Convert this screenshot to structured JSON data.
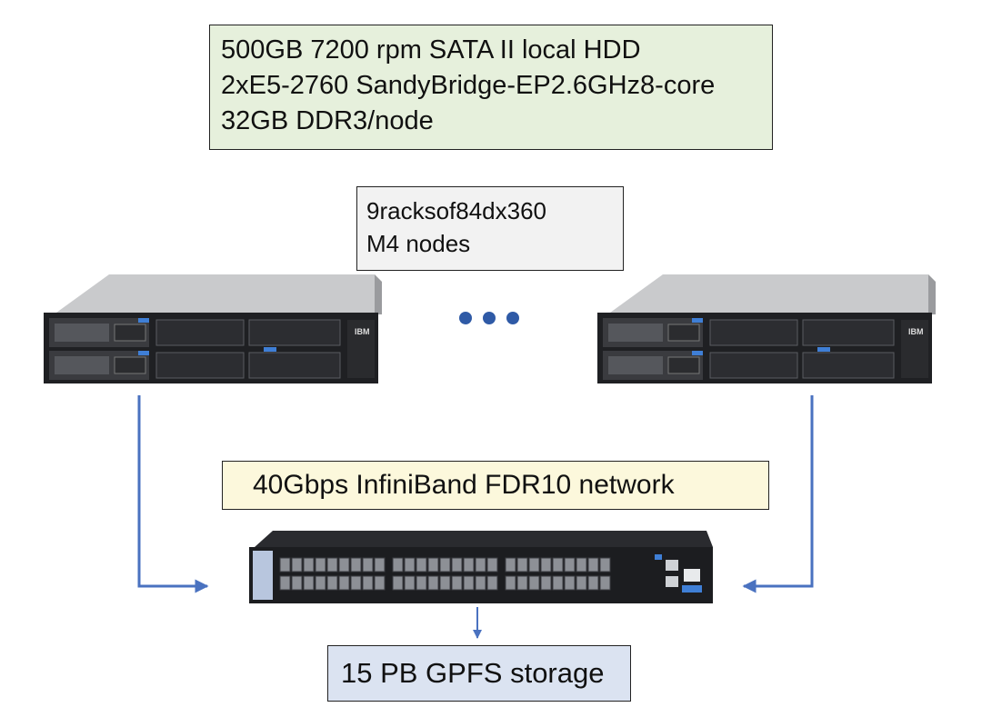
{
  "spec_box": {
    "lines": [
      "500GB 7200 rpm SATA II local HDD",
      "2xE5-2760   SandyBridge-EP2.6GHz8-core",
      "32GB DDR3/node"
    ]
  },
  "rack_box": {
    "lines": [
      "9racksof84dx360",
      "M4 nodes"
    ]
  },
  "network_box": {
    "label": "40Gbps InfiniBand FDR10 network"
  },
  "storage_box": {
    "label": "15 PB GPFS storage"
  },
  "server_brand": "IBM",
  "colors": {
    "spec_fill": "#e6f0dc",
    "rack_fill": "#f2f2f2",
    "network_fill": "#fcf8dc",
    "storage_fill": "#dbe3f1",
    "connector": "#4a72c0"
  }
}
